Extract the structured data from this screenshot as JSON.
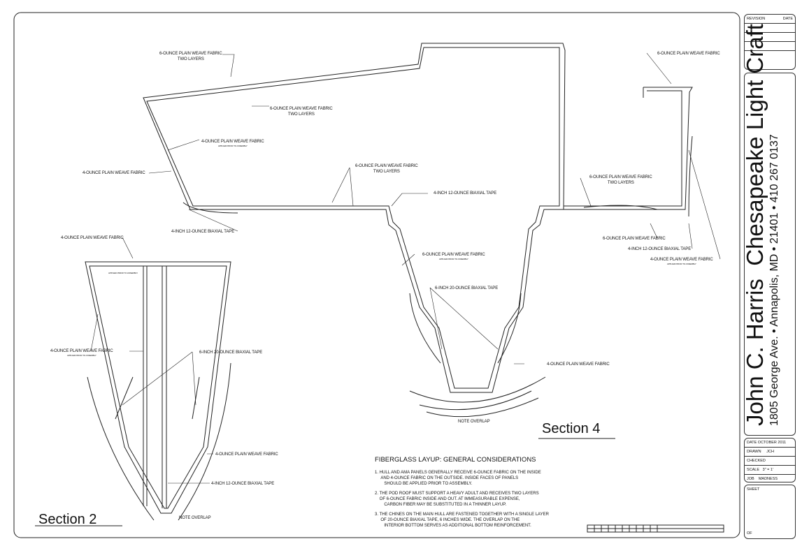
{
  "labels": {
    "l1": "6-OUNCE PLAIN WEAVE FABRIC",
    "l1b": "TWO LAYERS",
    "l2": "6-OUNCE PLAIN WEAVE FABRIC",
    "l2b": "TWO LAYERS",
    "l3": "4-OUNCE PLAIN WEAVE FABRIC",
    "l3b": "APPLIED PRIOR TO ASSEMBLY",
    "l4": "4-OUNCE PLAIN WEAVE FABRIC",
    "l5": "6-OUNCE PLAIN WEAVE FABRIC",
    "l5b": "TWO LAYERS",
    "l6": "4-INCH 12-OUNCE BIAXIAL TAPE",
    "l7": "4-INCH 12-OUNCE BIAXIAL TAPE",
    "l8": "6-OUNCE PLAIN WEAVE FABRIC",
    "l9": "6-OUNCE PLAIN WEAVE FABRIC",
    "l9b": "TWO LAYERS",
    "l10": "6-OUNCE PLAIN WEAVE FABRIC",
    "l11": "4-INCH 12-OUNCE BIAXIAL TAPE",
    "l12": "4-OUNCE PLAIN WEAVE FABRIC",
    "l12b": "APPLIED PRIOR TO ASSEMBLY",
    "l13": "4-OUNCE PLAIN WEAVE FABRIC",
    "l13b": "APPLIED PRIOR TO ASSEMBLY",
    "l14": "6-OUNCE PLAIN WEAVE FABRIC",
    "l14b": "APPLIED PRIOR TO ASSEMBLY",
    "l15": "6-INCH 20-OUNCE BIAXIAL TAPE",
    "l16": "4-OUNCE PLAIN WEAVE FABRIC",
    "l17": "NOTE OVERLAP",
    "l19": "4-OUNCE PLAIN WEAVE FABRIC",
    "l19b": "APPLIED PRIOR TO ASSEMBLY",
    "l20": "6-INCH 20-OUNCE BIAXIAL TAPE",
    "l21": "4-OUNCE PLAIN WEAVE FABRIC",
    "l22": "4-INCH 12-OUNCE BIAXIAL TAPE",
    "l23": "NOTE OVERLAP"
  },
  "sections": {
    "s4": "Section 4",
    "s2": "Section 2"
  },
  "notes": {
    "title": "FIBERGLASS LAYUP:  GENERAL CONSIDERATIONS",
    "n1": "1.  HULL AND AMA PANELS GENERALLY RECEIVE 6-OUNCE FABRIC ON THE INSIDE",
    "n1b": "AND 4-OUNCE FABRIC ON THE OUTSIDE.  INSIDE FACES OF PANELS",
    "n1c": "SHOULD BE APPLIED PRIOR TO ASSEMBLY.",
    "n2": "2.  THE POD ROOF MUST SUPPORT A HEAVY ADULT AND RECEIVES TWO LAYERS",
    "n2b": "OF 6-OUNCE FABRIC INSIDE AND OUT.  AT IMMEASURABLE EXPENSE,",
    "n2c": "CARBON FIBER MAY BE SUBSTITUTED IN A THINNER LAYUP.",
    "n3": "3.  THE CHINES ON THE MAIN HULL ARE FASTENED TOGETHER WITH A SINGLE LAYER",
    "n3b": "OF 20-OUNCE BIAXIAL TAPE, 6 INCHES WIDE.  THE OVERLAP ON THE",
    "n3c": "INTERIOR BOTTOM SERVES AS ADDITIONAL BOTTOM REINFORCEMENT."
  },
  "title_block": {
    "revision": "REVISION",
    "date_hdr": "DATE",
    "name": "John C. Harris",
    "company": "Chesapeake Light Craft",
    "address": "1805 George Ave.  •  Annapolis, MD  •  21401  •  410 267 0137",
    "date": "DATE  OCTOBER 2011",
    "drawn": "DRAWN",
    "drawn_val": "JCH",
    "checked": "CHECKED",
    "scale": "SCALE",
    "scale_val": "3\" = 1'",
    "job": "JOB",
    "job_val": "MADNESS",
    "sheet": "SHEET",
    "of": "OF"
  }
}
